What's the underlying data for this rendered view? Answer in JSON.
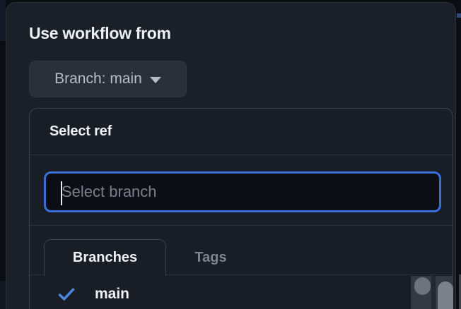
{
  "header": {
    "title": "Use workflow from"
  },
  "branch_button": {
    "label": "Branch: main"
  },
  "ref_selector": {
    "title": "Select ref",
    "search": {
      "placeholder": "Select branch",
      "value": ""
    },
    "tabs": [
      {
        "label": "Branches",
        "active": true
      },
      {
        "label": "Tags",
        "active": false
      }
    ],
    "items": [
      {
        "label": "main",
        "selected": true
      }
    ]
  },
  "colors": {
    "focus_ring_blue": "#3a6fd8",
    "check_blue": "#4d86e0",
    "dialog_background": "#1a1f28",
    "panel_background": "#181d26",
    "input_background": "#0b0e14"
  }
}
